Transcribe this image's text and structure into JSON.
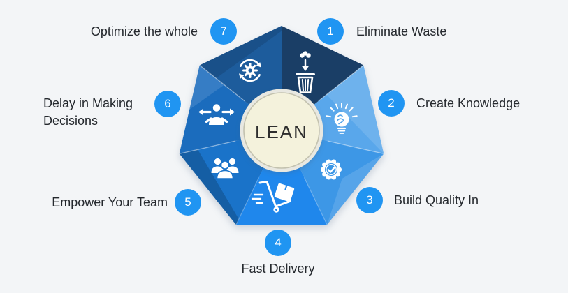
{
  "center": {
    "label": "LEAN"
  },
  "colors": {
    "bg": "#f3f5f7",
    "accent": "#2095f2",
    "badge_text": "#ffffff",
    "label_text": "#25292e",
    "icon": "#ffffff",
    "center_fill": "#f4f2dc",
    "center_ring": "#e8e8e1",
    "center_inner_stroke": "#c3c2af",
    "center_text": "#2e2e2e"
  },
  "steps": [
    {
      "number": "1",
      "label": "Eliminate Waste",
      "icon": "trash-arrow-icon",
      "color": "#1a3e66"
    },
    {
      "number": "2",
      "label": "Create Knowledge",
      "icon": "bulb-brain-icon",
      "color": "#59a7eb"
    },
    {
      "number": "3",
      "label": "Build Quality In",
      "icon": "quality-badge-check-icon",
      "color": "#3d97e6"
    },
    {
      "number": "4",
      "label": "Fast Delivery",
      "icon": "delivery-trolley-icon",
      "color": "#1f87ec"
    },
    {
      "number": "5",
      "label": "Empower Your Team",
      "icon": "team-group-icon",
      "color": "#1a73c9"
    },
    {
      "number": "6",
      "label": "Delay in Making Decisions",
      "icon": "person-direction-arrows-icon",
      "color": "#1b6cbd"
    },
    {
      "number": "7",
      "label": "Optimize the whole",
      "icon": "gear-refresh-icon",
      "color": "#1d5c9c"
    }
  ]
}
